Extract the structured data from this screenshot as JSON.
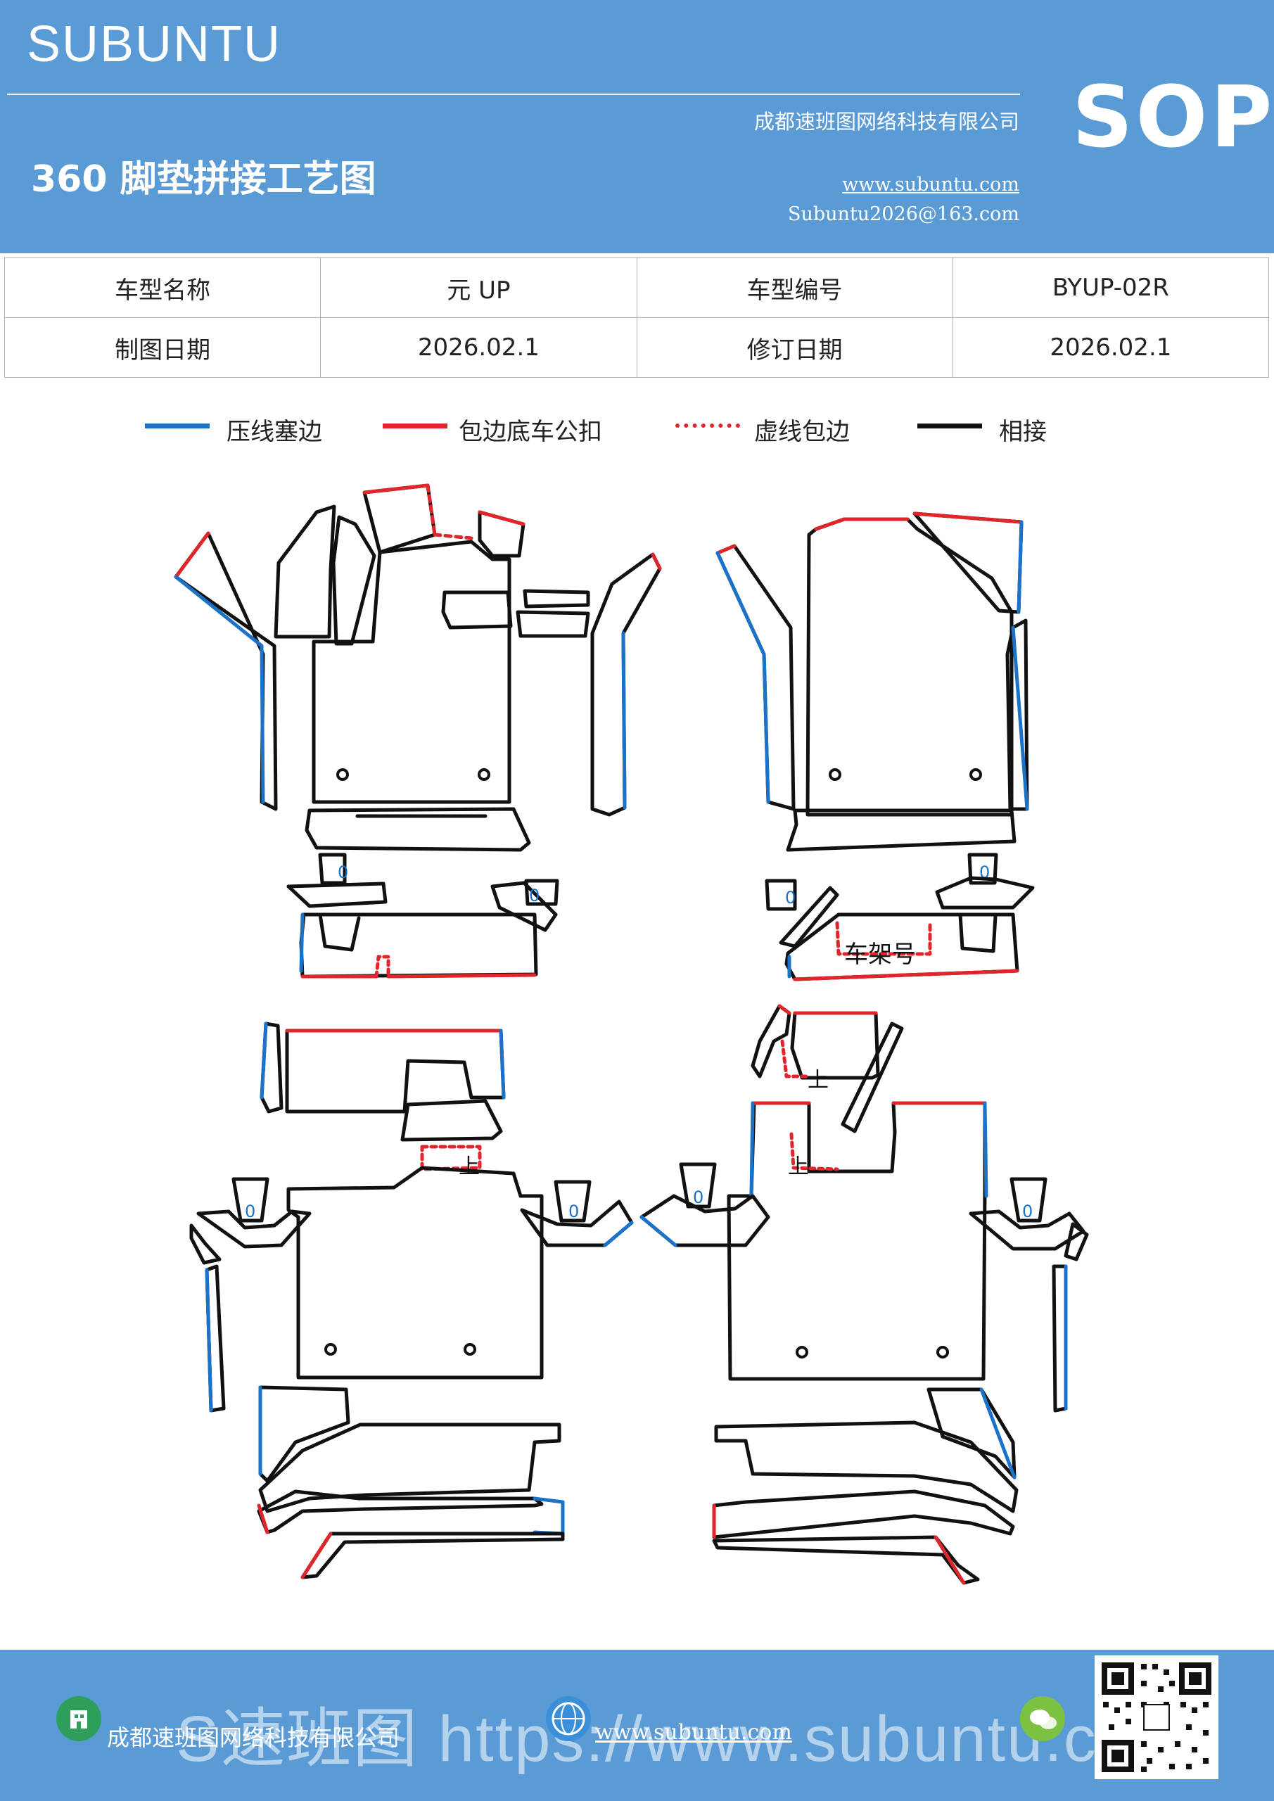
{
  "header": {
    "brand": "SUBUNTU",
    "title": "360 脚垫拼接工艺图",
    "company": "成都速班图网络科技有限公司",
    "website": "www.subuntu.com",
    "email": "Subuntu2026@163.com",
    "badge": "SOP"
  },
  "info_table": [
    [
      "车型名称",
      "元 UP",
      "车型编号",
      "BYUP-02R"
    ],
    [
      "制图日期",
      "2026.02.1",
      "修订日期",
      "2026.02.1"
    ]
  ],
  "legend": [
    {
      "label": "压线塞边",
      "color": "#1a73c8",
      "style": "solid"
    },
    {
      "label": "包边底车公扣",
      "color": "#e0262b",
      "style": "solid"
    },
    {
      "label": "虚线包边",
      "color": "#e0262b",
      "style": "dashed"
    },
    {
      "label": "相接",
      "color": "#111111",
      "style": "solid"
    }
  ],
  "diagram_labels": {
    "hole": "0",
    "frame_number": "车架号",
    "up_mark": "上"
  },
  "colors": {
    "header_bg": "#5b9bd5",
    "blue_line": "#1a73c8",
    "red_line": "#e0262b",
    "black_line": "#111111"
  },
  "footer": {
    "company": "成都速班图网络科技有限公司",
    "website": "www.subuntu.com",
    "watermark": "S速班图 https://www.subuntu.com"
  }
}
